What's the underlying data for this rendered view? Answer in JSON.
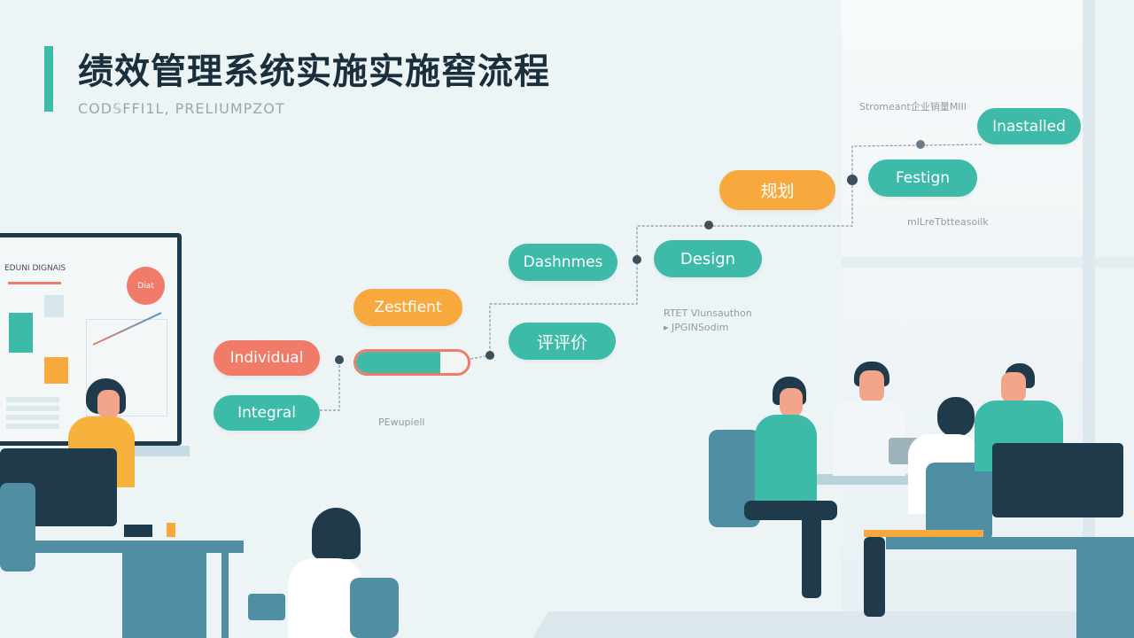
{
  "header": {
    "title": "绩效管理系统实施实施窖流程",
    "subtitle": "COD𝕊FFI1L, PRELIUMPZOT"
  },
  "flow": {
    "pills": [
      {
        "label": "Individual",
        "color": "#f07b68"
      },
      {
        "label": "Integral",
        "color": "#3dbaa8"
      },
      {
        "label": "Zestfient",
        "color": "#f7a93e"
      },
      {
        "label": "Dashnmes",
        "color": "#3dbaa8"
      },
      {
        "label": "评评价",
        "color": "#3dbaa8"
      },
      {
        "label": "Design",
        "color": "#3dbaa8"
      },
      {
        "label": "规划",
        "color": "#f7a93e"
      },
      {
        "label": "Festign",
        "color": "#3dbaa8"
      },
      {
        "label": "Inastalled",
        "color": "#3dbaa8"
      }
    ],
    "progress": 0.75,
    "notes": [
      "PEwupiell",
      "RTET Vlunsauthon",
      "▸ JPGINSodim",
      "Stromeant企业销量MIII",
      "mlLreTbtteasoilk"
    ]
  },
  "screen": {
    "heading": "EDUNI DIGNAIS",
    "badge": "Diat"
  },
  "colors": {
    "accent": "#3dbaa8",
    "orange": "#f7a93e",
    "coral": "#f07b68",
    "dark": "#1a2e3b"
  }
}
